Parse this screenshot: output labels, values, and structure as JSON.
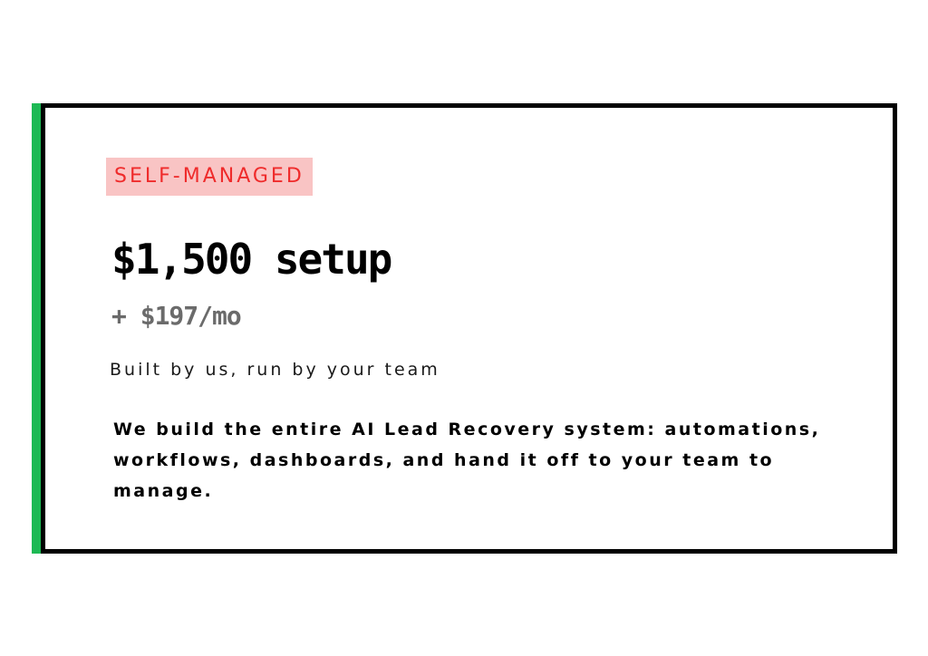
{
  "plan": {
    "badge": "SELF-MANAGED",
    "price": "$1,500 setup",
    "monthly": "+ $197/mo",
    "tagline": "Built by us, run by your team",
    "description": "We build the entire AI Lead Recovery system: automations, workflows, dashboards, and hand it off to your team to manage."
  },
  "colors": {
    "accent_bar": "#1db954",
    "badge_background": "#f9c4c4",
    "badge_text": "#ef2b2b",
    "monthly_text": "#6b6b6b",
    "border": "#000000"
  }
}
